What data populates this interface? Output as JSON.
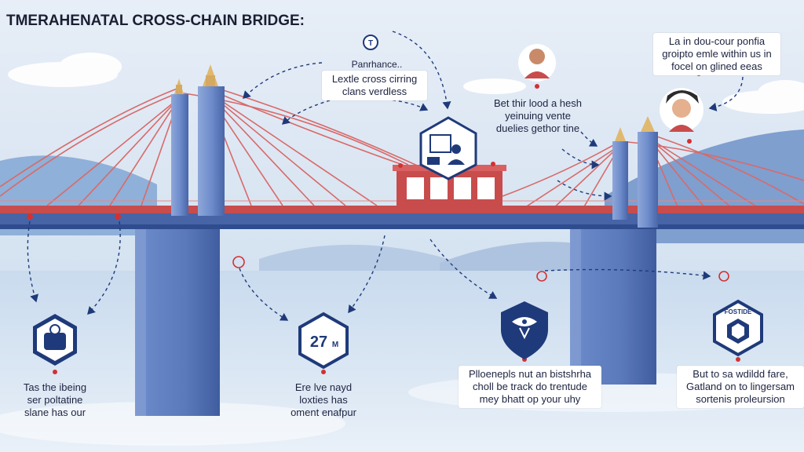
{
  "title": "TMERAHENATAL CROSS-CHAIN BRIDGE:",
  "callouts": {
    "top_mid_heading": "Panrhance..",
    "top_mid_line1": "Lextle cross cirring",
    "top_mid_line2": "clans verdless",
    "center_line1": "Bet thir lood a hesh",
    "center_line2": "yeinuing vente",
    "center_line3": "duelies gethor tine",
    "top_right_line1": "La in dou-cour ponfia",
    "top_right_line2": "groipto emle within us in",
    "top_right_line3": "focel on glined eeas"
  },
  "bottom_items": [
    {
      "icon": "ledger-pot-icon",
      "lines": [
        "Tas the ibeing",
        "ser poltatine",
        "slane has our"
      ]
    },
    {
      "icon": "hexagon-number-icon",
      "badge": "27",
      "badge_suffix": "M",
      "lines": [
        "Ere lve nayd",
        "loxties has",
        "oment enafpur"
      ]
    },
    {
      "icon": "shield-eye-icon",
      "lines": [
        "Plloenepls nut an bistshrha",
        "choll be track do trentude",
        "mey bhatt op your uhy"
      ]
    },
    {
      "icon": "hexagon-chip-icon",
      "badge": "FOSTIDE",
      "lines": [
        "But to sa wdildd fare,",
        "Gatland on to lingersam",
        "sortenis proleursion"
      ]
    }
  ],
  "colors": {
    "sky": "#dfeaf5",
    "tower": "#5f7fc0",
    "tower_shadow": "#2e4c8e",
    "cable": "#d86a6a",
    "deck": "#c84c4c",
    "navy": "#1f3a7a",
    "dashed_arrow": "#1f3a7a",
    "marker": "#d33131"
  }
}
